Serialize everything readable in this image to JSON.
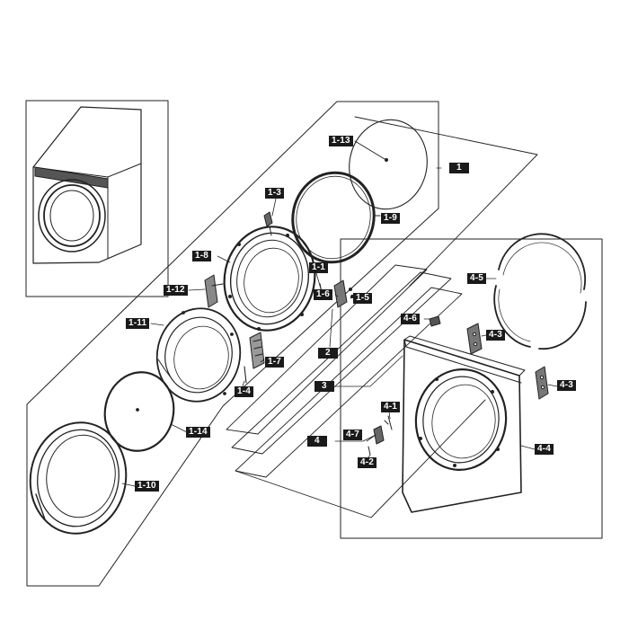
{
  "diagram": {
    "callouts": [
      {
        "id": "c-1-13",
        "label": "1-13"
      },
      {
        "id": "c-1",
        "label": "1"
      },
      {
        "id": "c-1-3",
        "label": "1-3"
      },
      {
        "id": "c-1-9",
        "label": "1-9"
      },
      {
        "id": "c-1-8",
        "label": "1-8"
      },
      {
        "id": "c-1-1",
        "label": "1-1"
      },
      {
        "id": "c-1-12",
        "label": "1-12"
      },
      {
        "id": "c-1-6",
        "label": "1-6"
      },
      {
        "id": "c-1-5",
        "label": "1-5"
      },
      {
        "id": "c-1-11",
        "label": "1-11"
      },
      {
        "id": "c-2",
        "label": "2"
      },
      {
        "id": "c-1-7",
        "label": "1-7"
      },
      {
        "id": "c-1-4",
        "label": "1-4"
      },
      {
        "id": "c-3",
        "label": "3"
      },
      {
        "id": "c-1-14",
        "label": "1-14"
      },
      {
        "id": "c-1-10",
        "label": "1-10"
      },
      {
        "id": "c-4",
        "label": "4"
      },
      {
        "id": "c-4-5",
        "label": "4-5"
      },
      {
        "id": "c-4-6",
        "label": "4-6"
      },
      {
        "id": "c-4-3a",
        "label": "4-3"
      },
      {
        "id": "c-4-3b",
        "label": "4-3"
      },
      {
        "id": "c-4-1",
        "label": "4-1"
      },
      {
        "id": "c-4-7",
        "label": "4-7"
      },
      {
        "id": "c-4-2",
        "label": "4-2"
      },
      {
        "id": "c-4-4",
        "label": "4-4"
      }
    ]
  }
}
